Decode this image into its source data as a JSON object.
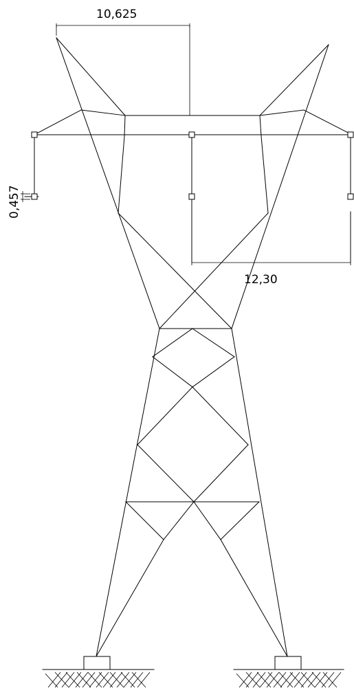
{
  "diagram": {
    "dimension_top_width": "10,625",
    "dimension_right_width": "12,30",
    "dimension_small_height": "0,457"
  },
  "colors": {
    "stroke": "#000000",
    "background": "#ffffff"
  }
}
